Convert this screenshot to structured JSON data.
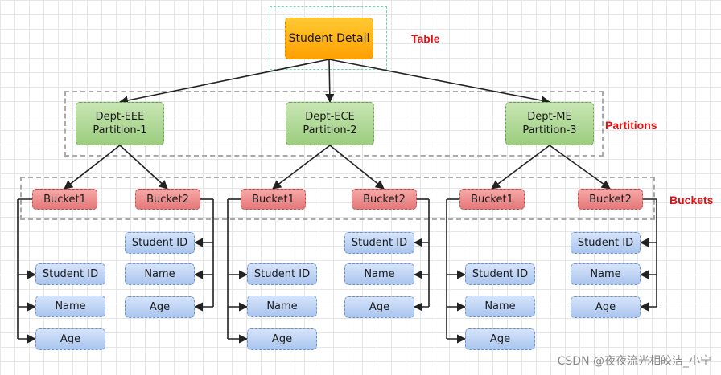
{
  "table": {
    "label": "Student Detail"
  },
  "labels": {
    "table": "Table",
    "partitions": "Partitions",
    "buckets": "Buckets"
  },
  "partitions": [
    {
      "line1": "Dept-EEE",
      "line2": "Partition-1"
    },
    {
      "line1": "Dept-ECE",
      "line2": "Partition-2"
    },
    {
      "line1": "Dept-ME",
      "line2": "Partition-3"
    }
  ],
  "buckets": [
    "Bucket1",
    "Bucket2"
  ],
  "fields": [
    "Student ID",
    "Name",
    "Age"
  ],
  "watermark": "CSDN @夜夜流光相皎洁_小宁",
  "colors": {
    "table": "#ffb300",
    "partition": "#a8d58c",
    "bucket": "#ee8c8c",
    "field": "#bcd3f5",
    "label": "#e41010",
    "group_border": "#aaaaaa"
  }
}
